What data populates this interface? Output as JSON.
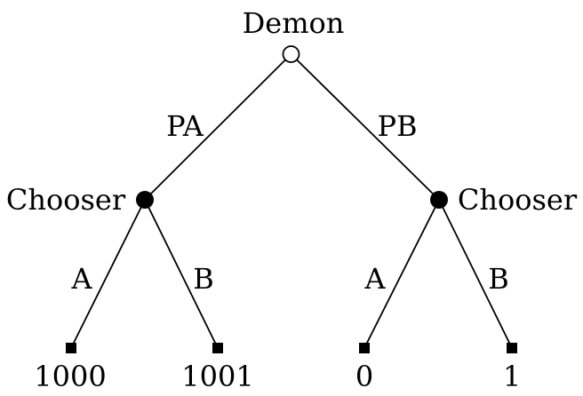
{
  "figure": {
    "type": "game-tree",
    "background_color": "#ffffff",
    "ink_color": "#000000",
    "root": {
      "label": "Demon",
      "node_style": "open-circle"
    },
    "edges_from_root": {
      "left_label": "PA",
      "right_label": "PB"
    },
    "choosers": {
      "left": {
        "label": "Chooser",
        "node_style": "filled-circle"
      },
      "right": {
        "label": "Chooser",
        "node_style": "filled-circle"
      }
    },
    "actions": {
      "left_subtree": {
        "a_label": "A",
        "b_label": "B"
      },
      "right_subtree": {
        "a_label": "A",
        "b_label": "B"
      }
    },
    "payoffs": {
      "left_a": "1000",
      "left_b": "1001",
      "right_a": "0",
      "right_b": "1"
    }
  }
}
